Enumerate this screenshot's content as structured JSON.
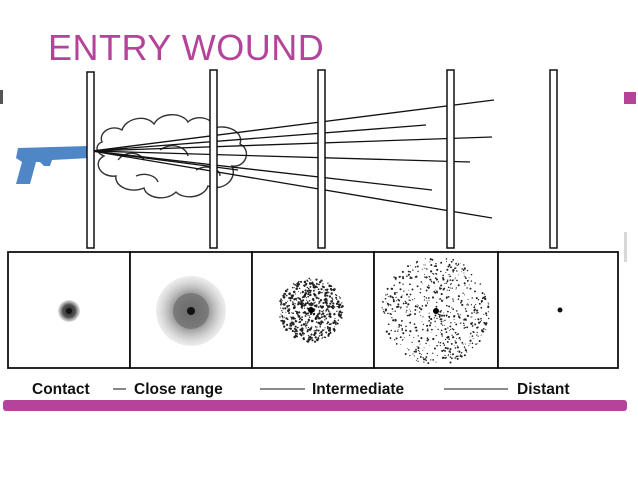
{
  "slide": {
    "title": "ENTRY WOUND"
  },
  "diagram": {
    "range_labels": [
      "Contact",
      "Close range",
      "Intermediate",
      "Distant"
    ],
    "icons": [
      "gun-icon",
      "smoke-cloud-icon"
    ]
  },
  "colors": {
    "title": "#b3449a",
    "accent": "#b3449a",
    "gun": "#4f86c6",
    "panel_border": "#111111",
    "band_bottom": "#b3449a"
  }
}
